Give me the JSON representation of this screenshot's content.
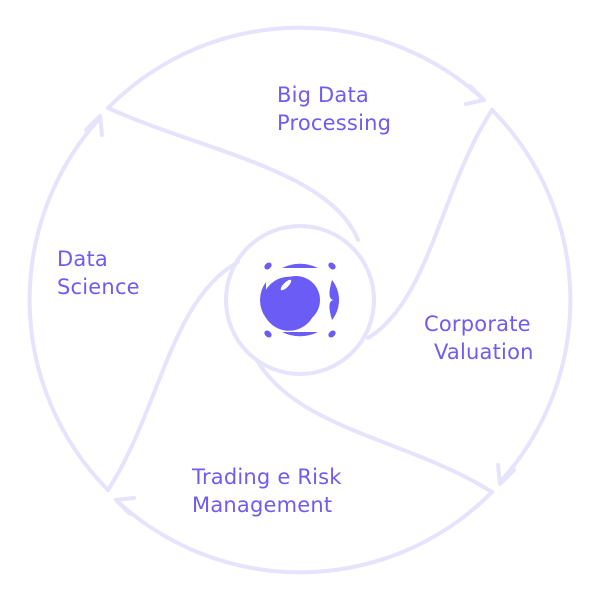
{
  "colors": {
    "accent": "#6b5cf6",
    "line": "#e6e3fd",
    "text": "#6f5cf0"
  },
  "steps": [
    {
      "line1": "Big Data",
      "line2": "Processing"
    },
    {
      "line1": "Corporate",
      "line2": "Valuation"
    },
    {
      "line1": "Trading e Risk",
      "line2": "Management"
    },
    {
      "line1": "Data",
      "line2": "Science"
    }
  ],
  "center": {
    "icon": "logo-icon"
  }
}
